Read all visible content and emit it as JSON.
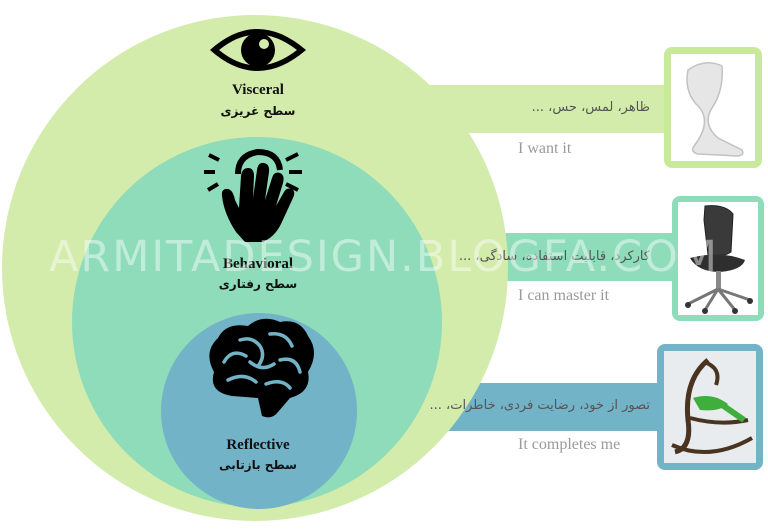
{
  "levels": [
    {
      "en": "Visceral",
      "fa": "سطح غریزی",
      "band_text": "ظاهر، لمس، حس، ...",
      "quote": "I want it",
      "icon": "eye-icon",
      "product": "panton-chair-photo",
      "colors": {
        "circle": "#d3ebab",
        "band": "#d3ebab",
        "frame": "#c9e99a"
      }
    },
    {
      "en": "Behavioral",
      "fa": "سطح رفتاری",
      "band_text": "کارکرد، قابلیت استفاده، سادگی، ...",
      "quote": "I can master it",
      "icon": "hand-touch-icon",
      "product": "office-chair-photo",
      "colors": {
        "circle": "#8fdcbb",
        "band": "#8fdcbb",
        "frame": "#8fdcbb"
      }
    },
    {
      "en": "Reflective",
      "fa": "سطح بازتابی",
      "band_text": "تصور از خود، رضایت فردی، خاطرات، ...",
      "quote": "It completes me",
      "icon": "brain-icon",
      "product": "sculptural-rocking-chair-photo",
      "colors": {
        "circle": "#73b3c7",
        "band": "#73b3c7",
        "frame": "#73b3c7"
      }
    }
  ],
  "watermark": "ARMITADESIGN.BLOGFA.COM"
}
